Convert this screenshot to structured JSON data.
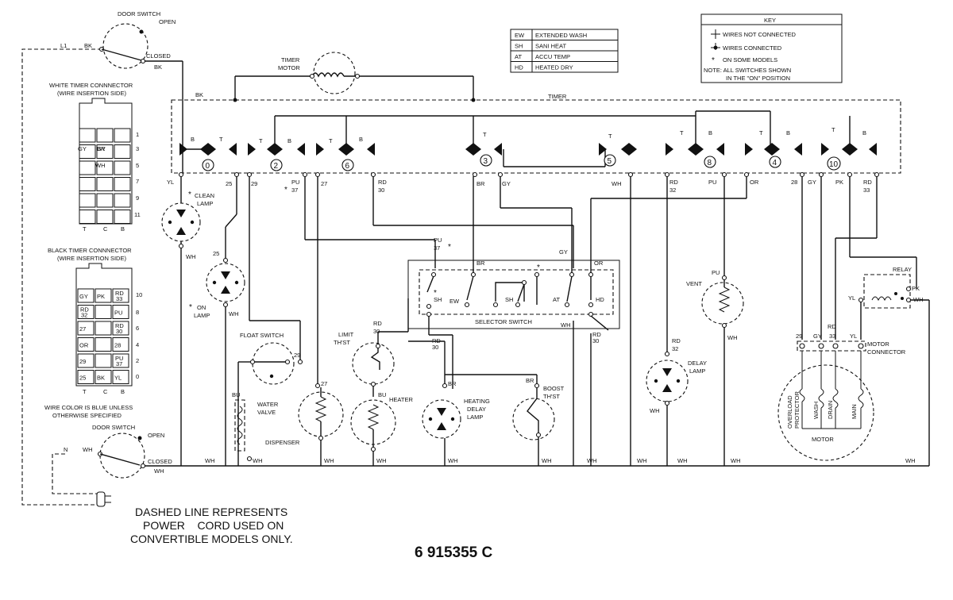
{
  "key": {
    "title": "KEY",
    "items": [
      "WIRES NOT CONNECTED",
      "WIRES CONNECTED",
      "ON SOME MODELS"
    ],
    "note_line1": "NOTE: ALL SWITCHES SHOWN",
    "note_line2": "IN THE \"ON\" POSITION"
  },
  "abbreviations": [
    {
      "code": "EW",
      "meaning": "EXTENDED WASH"
    },
    {
      "code": "SH",
      "meaning": "SANI HEAT"
    },
    {
      "code": "AT",
      "meaning": "ACCU TEMP"
    },
    {
      "code": "HD",
      "meaning": "HEATED DRY"
    }
  ],
  "door_switch_top": {
    "title": "DOOR SWITCH",
    "open": "OPEN",
    "closed": "CLOSED",
    "l1": "L1",
    "bk1": "BK",
    "bk2": "BK"
  },
  "door_switch_bottom": {
    "title": "DOOR SWITCH",
    "open": "OPEN",
    "closed": "CLOSED",
    "n": "N",
    "wh1": "WH",
    "wh2": "WH"
  },
  "white_connector": {
    "title_line1": "WHITE TIMER CONNNECTOR",
    "title_line2": "(WIRE INSERTION SIDE)",
    "row_numbers": [
      "1",
      "3",
      "5",
      "7",
      "9",
      "11"
    ],
    "cells": [
      "GY",
      "BR",
      "WH"
    ],
    "bottom": [
      "T",
      "C",
      "B"
    ]
  },
  "black_connector": {
    "title_line1": "BLACK TIMER CONNNECTOR",
    "title_line2": "(WIRE INSERTION SIDE)",
    "row_numbers": [
      "10",
      "8",
      "6",
      "4",
      "2",
      "0"
    ],
    "rows": [
      [
        "GY",
        "PK",
        "RD 33"
      ],
      [
        "RD 32",
        "",
        "PU"
      ],
      [
        "27",
        "",
        "RD 30"
      ],
      [
        "OR",
        "",
        "28"
      ],
      [
        "29",
        "",
        "PU 37"
      ],
      [
        "25",
        "BK",
        "YL"
      ]
    ],
    "bottom": [
      "T",
      "C",
      "B"
    ]
  },
  "wire_note_line1": "WIRE COLOR IS BLUE UNLESS",
  "wire_note_line2": "OTHERWISE SPECIFIED",
  "timer": {
    "label": "TIMER",
    "motor_label_line1": "TIMER",
    "motor_label_line2": "MOTOR",
    "bk": "BK",
    "cams": [
      "0",
      "2",
      "6",
      "3",
      "5",
      "8",
      "4",
      "10"
    ],
    "tb": [
      "B",
      "T",
      "T",
      "B",
      "B",
      "T",
      "T",
      "T",
      "B",
      "T",
      "B",
      "T",
      "B"
    ]
  },
  "terminals": {
    "yl": "YL",
    "t25": "25",
    "t29": "29",
    "pu37_a": "PU",
    "pu37_b": "37",
    "t27": "27",
    "rd30_a": "RD",
    "rd30_b": "30",
    "br": "BR",
    "gy": "GY",
    "wh": "WH",
    "rd32_a": "RD",
    "rd32_b": "32",
    "pu": "PU",
    "or": "OR",
    "t28": "28",
    "gy2": "GY",
    "pk": "PK",
    "rd33_a": "RD",
    "rd33_b": "33"
  },
  "components": {
    "clean_lamp_line1": "CLEAN",
    "clean_lamp_line2": "LAMP",
    "on_lamp_line1": "ON",
    "on_lamp_line2": "LAMP",
    "float_switch": "FLOAT SWITCH",
    "water_valve_line1": "WATER",
    "water_valve_line2": "VALVE",
    "dispenser": "DISPENSER",
    "limit_thst_line1": "LIMIT",
    "limit_thst_line2": "TH'ST",
    "heater": "HEATER",
    "heating_delay_lamp_line1": "HEATING",
    "heating_delay_lamp_line2": "DELAY",
    "heating_delay_lamp_line3": "LAMP",
    "boost_thst_line1": "BOOST",
    "boost_thst_line2": "TH'ST",
    "selector_switch": "SELECTOR SWITCH",
    "selector_positions": [
      "SH",
      "EW",
      "SH",
      "AT",
      "HD"
    ],
    "vent": "VENT",
    "delay_lamp_line1": "DELAY",
    "delay_lamp_line2": "LAMP",
    "relay": "RELAY",
    "motor_connector_line1": "MOTOR",
    "motor_connector_line2": "CONNECTOR",
    "motor": "MOTOR",
    "overload_line1": "OVERLOAD",
    "overload_line2": "PROTECTOR",
    "wash": "WASH",
    "drain": "DRAIN",
    "main": "MAIN"
  },
  "wire_labels": {
    "wh": "WH",
    "bu": "BU",
    "br": "BR",
    "pu": "PU",
    "gy": "GY",
    "or": "OR",
    "rd": "RD",
    "pk": "PK",
    "yl": "YL",
    "n25": "25",
    "n27": "27",
    "n29": "29",
    "n30": "30",
    "n32": "32",
    "n33": "33",
    "n37": "37"
  },
  "footer": {
    "note_line1": "DASHED LINE REPRESENTS",
    "note_line2": "POWER    CORD USED ON",
    "note_line3": "CONVERTIBLE MODELS ONLY.",
    "part_number": "6 915355 C"
  }
}
